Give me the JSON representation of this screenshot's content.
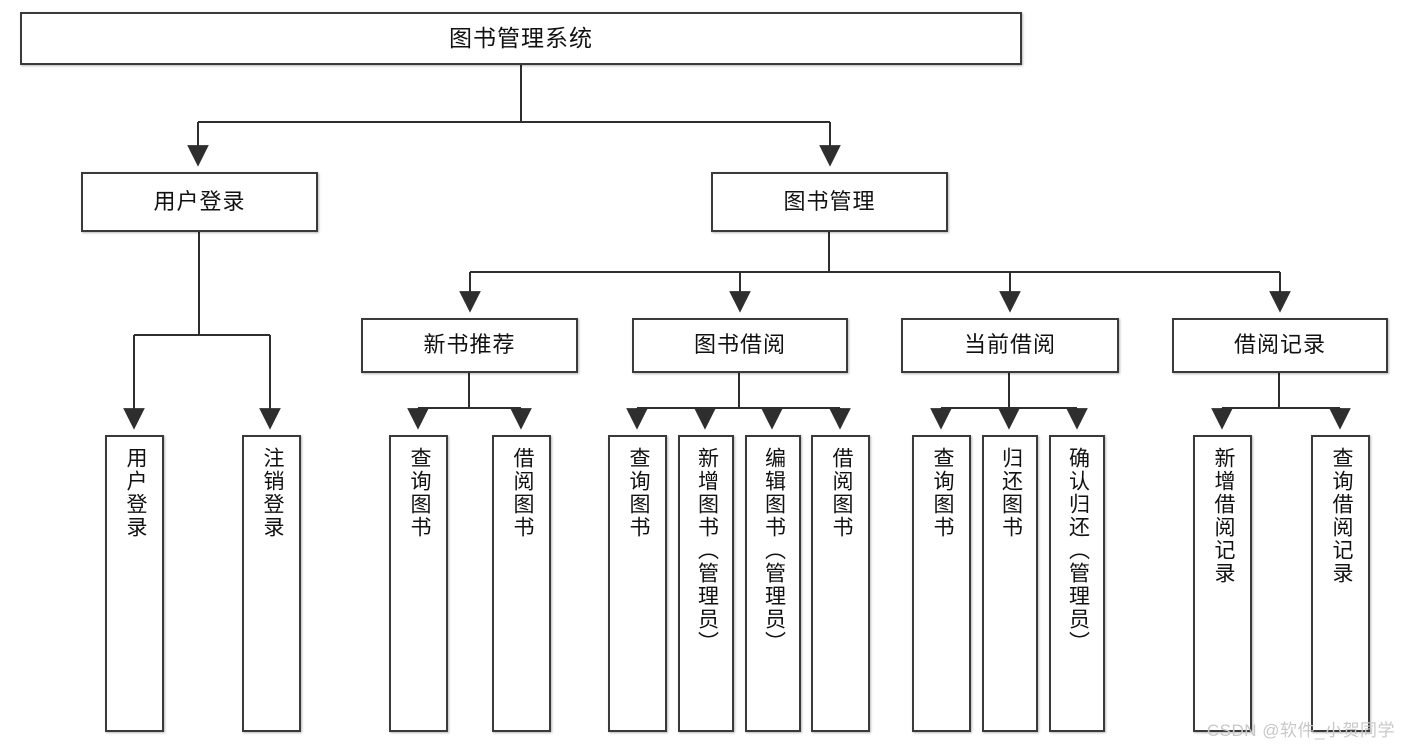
{
  "diagram": {
    "title": "图书管理系统",
    "watermark": "CSDN @软件_小贺同学",
    "stroke_color": "#3a3a3a",
    "text_color": "#111111",
    "background": "#ffffff"
  },
  "nodes": {
    "root": {
      "label": "图书管理系统"
    },
    "level2": [
      {
        "id": "user-login",
        "label": "用户登录"
      },
      {
        "id": "book-manage",
        "label": "图书管理"
      }
    ],
    "level3": [
      {
        "id": "new-book-rec",
        "label": "新书推荐"
      },
      {
        "id": "book-borrow",
        "label": "图书借阅"
      },
      {
        "id": "current-borrow",
        "label": "当前借阅"
      },
      {
        "id": "borrow-record",
        "label": "借阅记录"
      }
    ],
    "leaves": [
      {
        "id": "leaf-user-login",
        "label": "用户登录",
        "parent": "user-login"
      },
      {
        "id": "leaf-user-logout",
        "label": "注销登录",
        "parent": "user-login"
      },
      {
        "id": "leaf-query-book-1",
        "label": "查询图书",
        "parent": "new-book-rec"
      },
      {
        "id": "leaf-borrow-book-1",
        "label": "借阅图书",
        "parent": "new-book-rec"
      },
      {
        "id": "leaf-query-book-2",
        "label": "查询图书",
        "parent": "book-borrow"
      },
      {
        "id": "leaf-add-book",
        "label": "新增图书（管理员）",
        "parent": "book-borrow"
      },
      {
        "id": "leaf-edit-book",
        "label": "编辑图书（管理员）",
        "parent": "book-borrow"
      },
      {
        "id": "leaf-borrow-book-2",
        "label": "借阅图书",
        "parent": "book-borrow"
      },
      {
        "id": "leaf-query-book-3",
        "label": "查询图书",
        "parent": "current-borrow"
      },
      {
        "id": "leaf-return-book",
        "label": "归还图书",
        "parent": "current-borrow"
      },
      {
        "id": "leaf-confirm-return",
        "label": "确认归还（管理员）",
        "parent": "current-borrow"
      },
      {
        "id": "leaf-add-record",
        "label": "新增借阅记录",
        "parent": "borrow-record"
      },
      {
        "id": "leaf-query-record",
        "label": "查询借阅记录",
        "parent": "borrow-record"
      }
    ]
  }
}
